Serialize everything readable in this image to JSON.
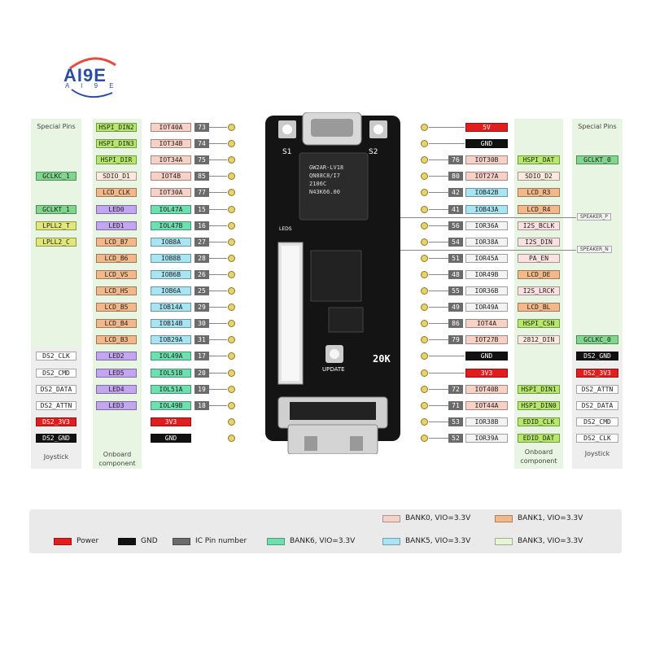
{
  "logo": {
    "text": "AI9E",
    "sub": "A I 9 E"
  },
  "left_columns": {
    "special_title": "Special Pins",
    "onboard_title": "Onboard component",
    "joystick_title": "Joystick"
  },
  "right_columns": {
    "special_title": "Special Pins",
    "onboard_title": "Onboard component",
    "joystick_title": "Joystick"
  },
  "left_rows": [
    {
      "special": "",
      "onboard": "HSPI_DIN2",
      "onboard_color": "#b6e86a",
      "io": "IOT40A",
      "io_color": "#f7d1c6",
      "pin": "73"
    },
    {
      "special": "",
      "onboard": "HSPI_DIN3",
      "onboard_color": "#b6e86a",
      "io": "IOT34B",
      "io_color": "#f7d1c6",
      "pin": "74"
    },
    {
      "special": "",
      "onboard": "HSPI_DIR",
      "onboard_color": "#b6e86a",
      "io": "IOT34A",
      "io_color": "#f7d1c6",
      "pin": "75"
    },
    {
      "special": "GCLKC_1",
      "special_color": "#7fd68c",
      "onboard": "SDIO_D1",
      "onboard_color": "#fbe9dc",
      "io": "IOT4B",
      "io_color": "#f7d1c6",
      "pin": "85"
    },
    {
      "special": "",
      "onboard": "LCD_CLK",
      "onboard_color": "#f3b88a",
      "io": "IOT30A",
      "io_color": "#f7d1c6",
      "pin": "77"
    },
    {
      "special": "GCLKT_1",
      "special_color": "#7fd68c",
      "onboard": "LED0",
      "onboard_color": "#c3a6f0",
      "io": "IOL47A",
      "io_color": "#6ee0b0",
      "pin": "15"
    },
    {
      "special": "LPLL2_T",
      "special_color": "#e2e77a",
      "onboard": "LED1",
      "onboard_color": "#c3a6f0",
      "io": "IOL47B",
      "io_color": "#6ee0b0",
      "pin": "16"
    },
    {
      "special": "LPLL2_C",
      "special_color": "#e2e77a",
      "onboard": "LCD_B7",
      "onboard_color": "#f3b88a",
      "io": "IOB8A",
      "io_color": "#a8e4f2",
      "pin": "27"
    },
    {
      "special": "",
      "onboard": "LCD_B6",
      "onboard_color": "#f3b88a",
      "io": "IOB8B",
      "io_color": "#a8e4f2",
      "pin": "28"
    },
    {
      "special": "",
      "onboard": "LCD_VS",
      "onboard_color": "#f3b88a",
      "io": "IOB6B",
      "io_color": "#a8e4f2",
      "pin": "26"
    },
    {
      "special": "",
      "onboard": "LCD_HS",
      "onboard_color": "#f3b88a",
      "io": "IOB6A",
      "io_color": "#a8e4f2",
      "pin": "25"
    },
    {
      "special": "",
      "onboard": "LCD_B5",
      "onboard_color": "#f3b88a",
      "io": "IOB14A",
      "io_color": "#a8e4f2",
      "pin": "29"
    },
    {
      "special": "",
      "onboard": "LCD_B4",
      "onboard_color": "#f3b88a",
      "io": "IOB14B",
      "io_color": "#a8e4f2",
      "pin": "30"
    },
    {
      "special": "",
      "onboard": "LCD_B3",
      "onboard_color": "#f3b88a",
      "io": "IOB29A",
      "io_color": "#a8e4f2",
      "pin": "31"
    },
    {
      "special": "DS2_CLK",
      "special_color": "#ffffff",
      "onboard": "LED2",
      "onboard_color": "#c3a6f0",
      "io": "IOL49A",
      "io_color": "#6ee0b0",
      "pin": "17"
    },
    {
      "special": "DS2_CMD",
      "special_color": "#ffffff",
      "onboard": "LED5",
      "onboard_color": "#c3a6f0",
      "io": "IOL51B",
      "io_color": "#6ee0b0",
      "pin": "20"
    },
    {
      "special": "DS2_DATA",
      "special_color": "#ffffff",
      "onboard": "LED4",
      "onboard_color": "#c3a6f0",
      "io": "IOL51A",
      "io_color": "#6ee0b0",
      "pin": "19"
    },
    {
      "special": "DS2_ATTN",
      "special_color": "#ffffff",
      "onboard": "LED3",
      "onboard_color": "#c3a6f0",
      "io": "IOL49B",
      "io_color": "#6ee0b0",
      "pin": "18"
    },
    {
      "special": "DS2_3V3",
      "special_color": "#e11d1d",
      "onboard": "",
      "io": "3V3",
      "io_color": "#e11d1d",
      "pin": ""
    },
    {
      "special": "DS2_GND",
      "special_color": "#111111",
      "onboard": "",
      "io": "GND",
      "io_color": "#111111",
      "pin": ""
    }
  ],
  "right_rows": [
    {
      "pin": "",
      "io": "5V",
      "io_color": "#e11d1d",
      "onboard": "",
      "special": ""
    },
    {
      "pin": "",
      "io": "GND",
      "io_color": "#111111",
      "onboard": "",
      "special": ""
    },
    {
      "pin": "76",
      "io": "IOT30B",
      "io_color": "#f7d1c6",
      "onboard": "HSPI_DAT",
      "onboard_color": "#b6e86a",
      "special": "GCLKT_0",
      "special_color": "#7fd68c"
    },
    {
      "pin": "80",
      "io": "IOT27A",
      "io_color": "#f7d1c6",
      "onboard": "SDIO_D2",
      "onboard_color": "#fbe9dc",
      "special": ""
    },
    {
      "pin": "42",
      "io": "IOB42B",
      "io_color": "#a8e4f2",
      "onboard": "LCD_R3",
      "onboard_color": "#f3b88a",
      "special": ""
    },
    {
      "pin": "41",
      "io": "IOB43A",
      "io_color": "#a8e4f2",
      "onboard": "LCD_R4",
      "onboard_color": "#f3b88a",
      "special": ""
    },
    {
      "pin": "56",
      "io": "IOR36A",
      "io_color": "#f3f3f3",
      "onboard": "I2S_BCLK",
      "onboard_color": "#fbe1e1",
      "special": ""
    },
    {
      "pin": "54",
      "io": "IOR38A",
      "io_color": "#f3f3f3",
      "onboard": "I2S_DIN",
      "onboard_color": "#fbe1e1",
      "special": ""
    },
    {
      "pin": "51",
      "io": "IOR45A",
      "io_color": "#f3f3f3",
      "onboard": "PA_EN",
      "onboard_color": "#fbe1e1",
      "special": ""
    },
    {
      "pin": "48",
      "io": "IOR49B",
      "io_color": "#f3f3f3",
      "onboard": "LCD_DE",
      "onboard_color": "#f3b88a",
      "special": ""
    },
    {
      "pin": "55",
      "io": "IOR36B",
      "io_color": "#f3f3f3",
      "onboard": "I2S_LRCK",
      "onboard_color": "#fbe1e1",
      "special": ""
    },
    {
      "pin": "49",
      "io": "IOR49A",
      "io_color": "#f3f3f3",
      "onboard": "LCD_BL",
      "onboard_color": "#f3b88a",
      "special": ""
    },
    {
      "pin": "86",
      "io": "IOT4A",
      "io_color": "#f7d1c6",
      "onboard": "HSPI_CSN",
      "onboard_color": "#b6e86a",
      "special": ""
    },
    {
      "pin": "79",
      "io": "IOT27B",
      "io_color": "#f7d1c6",
      "onboard": "2812_DIN",
      "onboard_color": "#fbe9dc",
      "special": "GCLKC_0",
      "special_color": "#7fd68c"
    },
    {
      "pin": "",
      "io": "GND",
      "io_color": "#111111",
      "onboard": "",
      "special": "DS2_GND",
      "special_color": "#111111"
    },
    {
      "pin": "",
      "io": "3V3",
      "io_color": "#e11d1d",
      "onboard": "",
      "special": "DS2_3V3",
      "special_color": "#e11d1d"
    },
    {
      "pin": "72",
      "io": "IOT40B",
      "io_color": "#f7d1c6",
      "onboard": "HSPI_DIN1",
      "onboard_color": "#b6e86a",
      "special": "DS2_ATTN",
      "special_color": "#ffffff"
    },
    {
      "pin": "71",
      "io": "IOT44A",
      "io_color": "#f7d1c6",
      "onboard": "HSPI_DIN0",
      "onboard_color": "#b6e86a",
      "special": "DS2_DATA",
      "special_color": "#ffffff"
    },
    {
      "pin": "53",
      "io": "IOR38B",
      "io_color": "#f3f3f3",
      "onboard": "EDID_CLK",
      "onboard_color": "#b6e86a",
      "special": "DS2_CMD",
      "special_color": "#ffffff"
    },
    {
      "pin": "52",
      "io": "IOR39A",
      "io_color": "#f3f3f3",
      "onboard": "EDID_DAT",
      "onboard_color": "#b6e86a",
      "special": "DS2_CLK",
      "special_color": "#ffffff"
    }
  ],
  "speaker_labels": {
    "p": "SPEAKER_P",
    "n": "SPEAKER_N"
  },
  "board_text": {
    "s1": "S1",
    "s2": "S2",
    "leds": "LEDS",
    "update": "UPDATE",
    "model": "20K",
    "chip_lines": [
      "GW2AR-LV18",
      "QN88C8/I7",
      "2106C",
      "N43K66.00"
    ]
  },
  "legend": {
    "items": [
      {
        "label": "Power",
        "color": "#e11d1d"
      },
      {
        "label": "GND",
        "color": "#111111"
      },
      {
        "label": "IC Pin number",
        "color": "#6b6b6b"
      },
      {
        "label": "BANK6, VIO=3.3V",
        "color": "#6ee0b0"
      },
      {
        "label": "BANK5, VIO=3.3V",
        "color": "#a8e4f2"
      },
      {
        "label": "BANK3, VIO=3.3V",
        "color": "#e6f5d6"
      },
      {
        "label": "BANK0, VIO=3.3V",
        "color": "#f7d1c6"
      },
      {
        "label": "BANK1, VIO=3.3V",
        "color": "#f3b88a"
      }
    ]
  }
}
